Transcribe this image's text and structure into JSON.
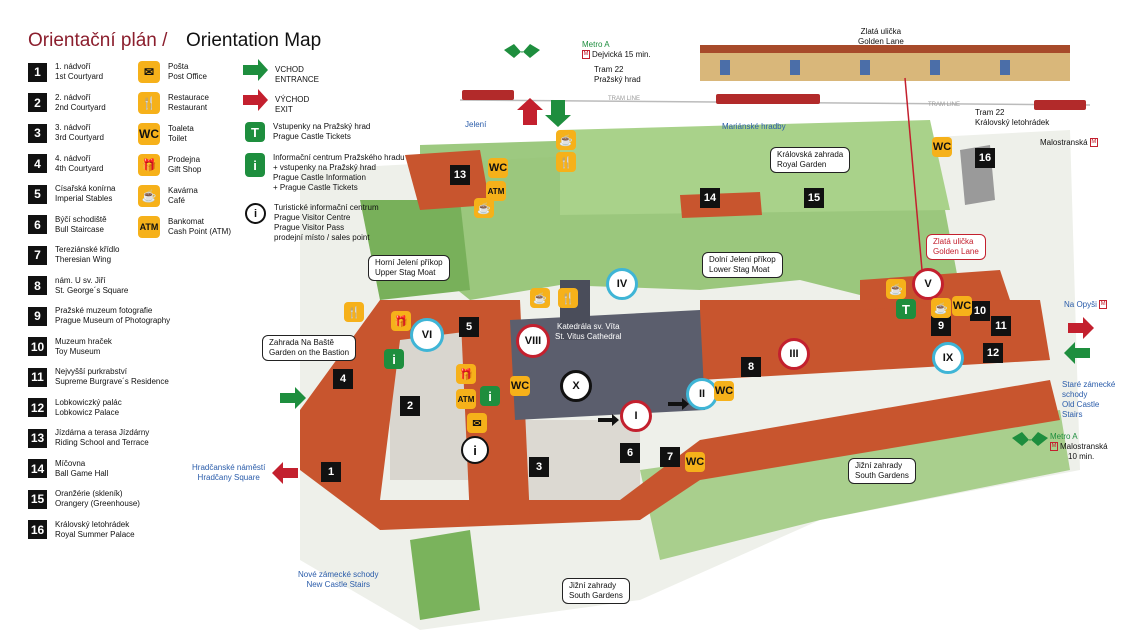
{
  "title": {
    "cz": "Orientační plán /",
    "en": "Orientation Map"
  },
  "legend_numbers": [
    {
      "n": "1",
      "l1": "1. nádvoří",
      "l2": "1st Courtyard"
    },
    {
      "n": "2",
      "l1": "2. nádvoří",
      "l2": "2nd Courtyard"
    },
    {
      "n": "3",
      "l1": "3. nádvoří",
      "l2": "3rd Courtyard"
    },
    {
      "n": "4",
      "l1": "4. nádvoří",
      "l2": "4th Courtyard"
    },
    {
      "n": "5",
      "l1": "Císařská konírna",
      "l2": "Imperial Stables"
    },
    {
      "n": "6",
      "l1": "Býčí schodiště",
      "l2": "Bull Staircase"
    },
    {
      "n": "7",
      "l1": "Tereziánské křídlo",
      "l2": "Theresian Wing"
    },
    {
      "n": "8",
      "l1": "nám. U sv. Jiří",
      "l2": "St. George´s Square"
    },
    {
      "n": "9",
      "l1": "Pražské muzeum fotografie",
      "l2": "Prague Museum of Photography"
    },
    {
      "n": "10",
      "l1": "Muzeum hraček",
      "l2": "Toy Museum"
    },
    {
      "n": "11",
      "l1": "Nejvyšší purkrabství",
      "l2": "Supreme Burgrave´s Residence"
    },
    {
      "n": "12",
      "l1": "Lobkowiczký palác",
      "l2": "Lobkowicz Palace"
    },
    {
      "n": "13",
      "l1": "Jízdárna a terasa Jízdárny",
      "l2": "Riding School and Terrace"
    },
    {
      "n": "14",
      "l1": "Míčovna",
      "l2": "Ball Game Hall"
    },
    {
      "n": "15",
      "l1": "Oranžérie (skleník)",
      "l2": "Orangery (Greenhouse)"
    },
    {
      "n": "16",
      "l1": "Královský letohrádek",
      "l2": "Royal Summer Palace"
    }
  ],
  "legend_services": [
    {
      "icon": "post-office-icon",
      "glyph": "✉",
      "l1": "Pošta",
      "l2": "Post Office"
    },
    {
      "icon": "restaurant-icon",
      "glyph": "🍴",
      "l1": "Restaurace",
      "l2": "Restaurant"
    },
    {
      "icon": "toilet-icon",
      "glyph": "WC",
      "l1": "Toaleta",
      "l2": "Toilet"
    },
    {
      "icon": "gift-shop-icon",
      "glyph": "🎁",
      "l1": "Prodejna",
      "l2": "Gift Shop"
    },
    {
      "icon": "cafe-icon",
      "glyph": "☕",
      "l1": "Kavárna",
      "l2": "Café"
    },
    {
      "icon": "atm-icon",
      "glyph": "ATM",
      "l1": "Bankomat",
      "l2": "Cash Point (ATM)"
    }
  ],
  "legend_info": {
    "entrance": {
      "l1": "VCHOD",
      "l2": "ENTRANCE"
    },
    "exit": {
      "l1": "VÝCHOD",
      "l2": "EXIT"
    },
    "tickets": {
      "glyph": "T",
      "l1": "Vstupenky na Pražský hrad",
      "l2": "Prague Castle Tickets"
    },
    "info_centre": {
      "glyph": "i",
      "lines": [
        "Informační centrum Pražského hradu",
        "+ vstupenky na Pražský hrad",
        "Prague Castle Information",
        "+ Prague Castle Tickets"
      ]
    },
    "tourist_info": {
      "glyph": "i",
      "lines": [
        "Turistické informační centrum",
        "Prague Visitor Centre",
        "Prague Visitor Pass",
        "prodejní místo / sales point"
      ]
    }
  },
  "transport": {
    "metro_top": {
      "l1": "Metro A",
      "l2": "Dejvická 15 min."
    },
    "tram_top": {
      "l1": "Tram 22",
      "l2": "Pražský hrad"
    },
    "tram_line_a": "TRAM LINE",
    "tram_line_b": "TRAM LINE",
    "tram_right": {
      "l1": "Tram 22",
      "l2": "Královský letohrádek"
    },
    "malostranska_top": "Malostranská",
    "metro_bottom": {
      "l1": "Metro A",
      "l2": "Malostranská",
      "l3": "10 min."
    }
  },
  "golden_lane_top": {
    "l1": "Zlatá ulička",
    "l2": "Golden Lane"
  },
  "golden_lane_map": {
    "l1": "Zlatá ulička",
    "l2": "Golden Lane"
  },
  "places": {
    "jeleni": "Jelení",
    "marianske": "Mariánské hradby",
    "royal_garden": {
      "l1": "Královská zahrada",
      "l2": "Royal Garden"
    },
    "upper_moat": {
      "l1": "Horní Jelení příkop",
      "l2": "Upper Stag Moat"
    },
    "lower_moat": {
      "l1": "Dolní Jelení příkop",
      "l2": "Lower Stag Moat"
    },
    "bastion": {
      "l1": "Zahrada Na Baště",
      "l2": "Garden on the Bastion"
    },
    "cathedral": {
      "l1": "Katedrála sv. Víta",
      "l2": "St. Vitus Cathedral"
    },
    "hradcanske": {
      "l1": "Hradčanské náměstí",
      "l2": "Hradčany Square"
    },
    "south_gardens_1": {
      "l1": "Jižní zahrady",
      "l2": "South Gardens"
    },
    "south_gardens_2": {
      "l1": "Jižní zahrady",
      "l2": "South Gardens"
    },
    "new_stairs": {
      "l1": "Nové zámecké schody",
      "l2": "New Castle Stairs"
    },
    "old_stairs": {
      "l1": "Staré zámecké",
      "l2": "schody",
      "l3": "Old Castle",
      "l4": "Stairs"
    },
    "na_opysi": "Na Opyši"
  },
  "roman": [
    "I",
    "II",
    "III",
    "IV",
    "V",
    "VI",
    "VIII",
    "IX",
    "X"
  ],
  "map_numbers": [
    "1",
    "2",
    "3",
    "4",
    "5",
    "6",
    "7",
    "8",
    "9",
    "10",
    "11",
    "12",
    "13",
    "14",
    "15",
    "16"
  ],
  "colors": {
    "roof": "#c8552e",
    "green": "#1e8e3e",
    "red": "#c3202e",
    "yellow": "#f6b11a",
    "blue": "#2a5caa",
    "title_red": "#8b1e2d"
  }
}
